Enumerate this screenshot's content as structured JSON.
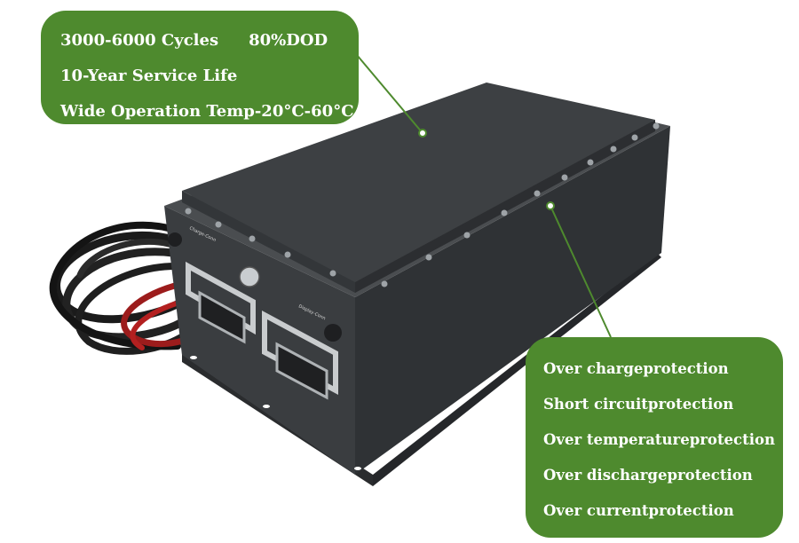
{
  "colors": {
    "callout_green": "#4e8a2e",
    "callout_text": "#ffffff",
    "battery_body": "#34373a",
    "battery_lid": "#3d4043",
    "background": "#ffffff"
  },
  "top_callout": {
    "cycles": "3000-6000 Cycles",
    "dod": "80%DOD",
    "service_life": "10-Year Service Life",
    "temperature": "Wide Operation Temp-20°C-60°C"
  },
  "bottom_callout": {
    "items": [
      "Over chargeprotection",
      "Short circuitprotection",
      "Over temperatureprotection",
      "Over dischargeprotection",
      "Over currentprotection"
    ]
  },
  "product_labels": {
    "left_connector_label": "Charge-Conn",
    "right_connector_label": "Display-Conn"
  }
}
